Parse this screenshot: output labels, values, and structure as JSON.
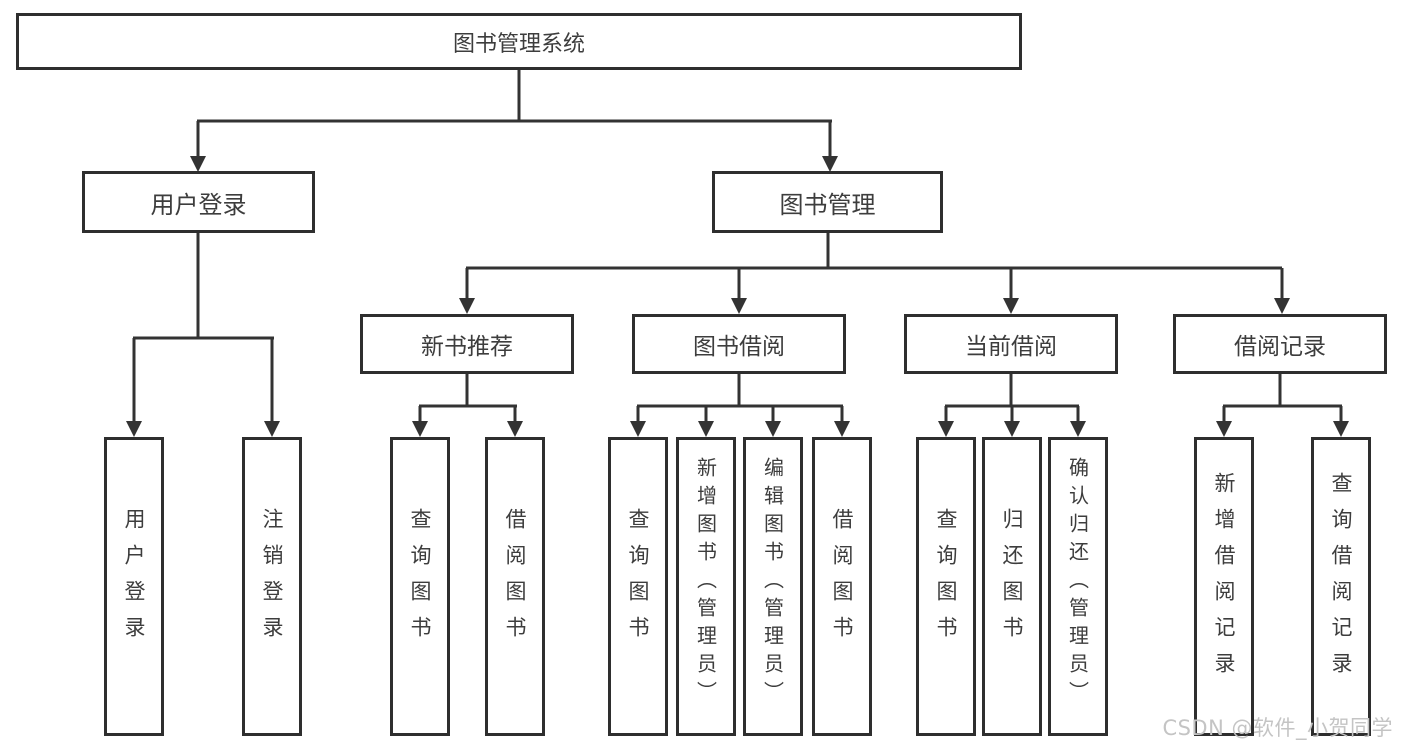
{
  "tree": {
    "root": {
      "label": "图书管理系统",
      "children": [
        {
          "label": "用户登录",
          "children": [
            {
              "label": "用户登录"
            },
            {
              "label": "注销登录"
            }
          ]
        },
        {
          "label": "图书管理",
          "children": [
            {
              "label": "新书推荐",
              "children": [
                {
                  "label": "查询图书"
                },
                {
                  "label": "借阅图书"
                }
              ]
            },
            {
              "label": "图书借阅",
              "children": [
                {
                  "label": "查询图书"
                },
                {
                  "label": "新增图书（管理员）"
                },
                {
                  "label": "编辑图书（管理员）"
                },
                {
                  "label": "借阅图书"
                }
              ]
            },
            {
              "label": "当前借阅",
              "children": [
                {
                  "label": "查询图书"
                },
                {
                  "label": "归还图书"
                },
                {
                  "label": "确认归还（管理员）"
                }
              ]
            },
            {
              "label": "借阅记录",
              "children": [
                {
                  "label": "新增借阅记录"
                },
                {
                  "label": "查询借阅记录"
                }
              ]
            }
          ]
        }
      ]
    }
  },
  "watermark": {
    "text": "CSDN @软件_小贺同学"
  },
  "colors": {
    "line": "#333333",
    "box_border": "#2e2e2e",
    "text": "#3d3d3d",
    "watermark": "#c4c4c4",
    "background": "#ffffff"
  }
}
